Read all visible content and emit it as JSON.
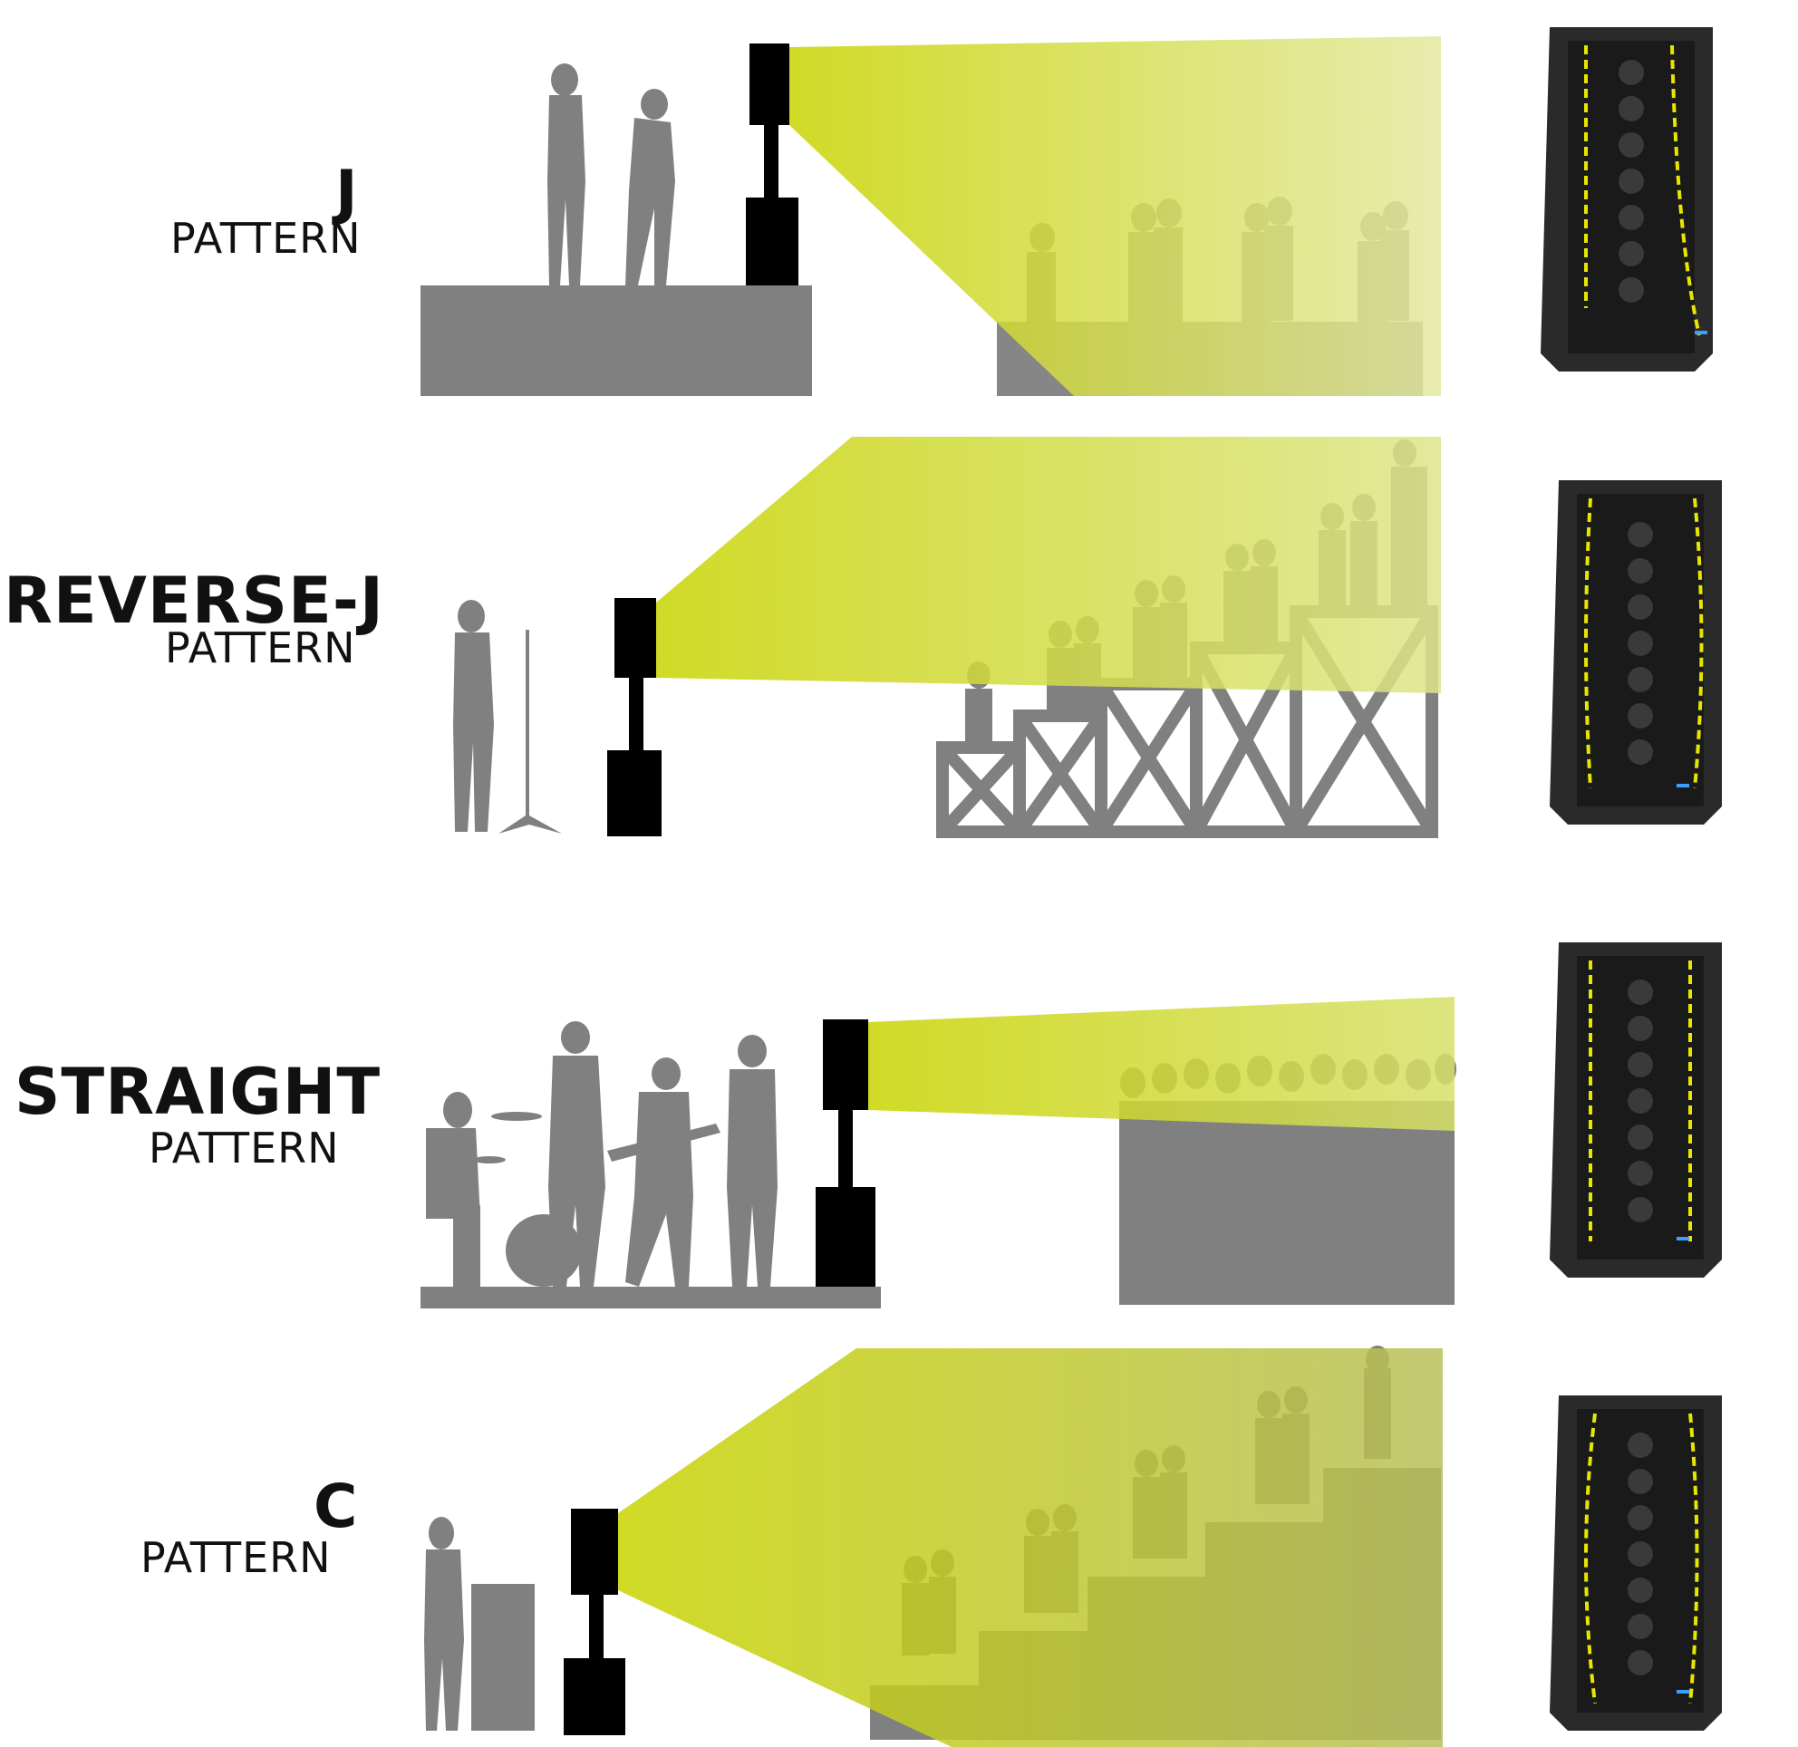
{
  "panels": [
    {
      "id": "j",
      "title": "J",
      "subtitle": "PATTERN",
      "speaker_array_shape": "j"
    },
    {
      "id": "reverse-j",
      "title": "REVERSE-J",
      "subtitle": "PATTERN",
      "speaker_array_shape": "reverse-j"
    },
    {
      "id": "straight",
      "title": "STRAIGHT",
      "subtitle": "PATTERN",
      "speaker_array_shape": "straight"
    },
    {
      "id": "c",
      "title": "C",
      "subtitle": "PATTERN",
      "speaker_array_shape": "c"
    }
  ],
  "colors": {
    "beam": "#c8d400",
    "silhouette": "#808080",
    "speaker": "#000000",
    "dashed_line": "#e6e600",
    "cabinet": "#2a2a2a"
  }
}
